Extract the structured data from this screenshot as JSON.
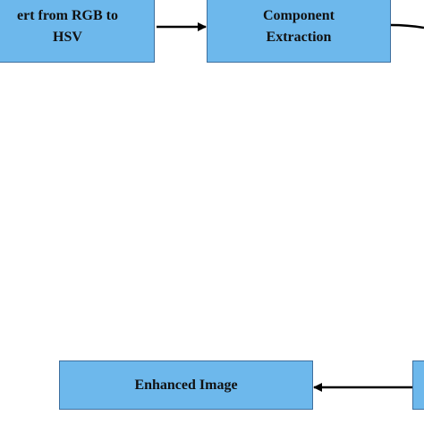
{
  "diagram": {
    "nodes": [
      {
        "id": "rgb-to-hsv",
        "label": "ert from RGB to\nHSV"
      },
      {
        "id": "component-extraction",
        "label": "Component\nExtraction"
      },
      {
        "id": "enhanced-image",
        "label": "Enhanced Image"
      },
      {
        "id": "offscreen-node",
        "label": ""
      }
    ],
    "edges": [
      {
        "from": "rgb-to-hsv",
        "to": "component-extraction"
      },
      {
        "from": "component-extraction",
        "to": "offscreen"
      },
      {
        "from": "offscreen-node",
        "to": "enhanced-image"
      }
    ],
    "colors": {
      "box_fill": "#6db8ec",
      "box_border": "#3d6f9e",
      "arrow": "#000000",
      "background": "#ffffff"
    }
  }
}
